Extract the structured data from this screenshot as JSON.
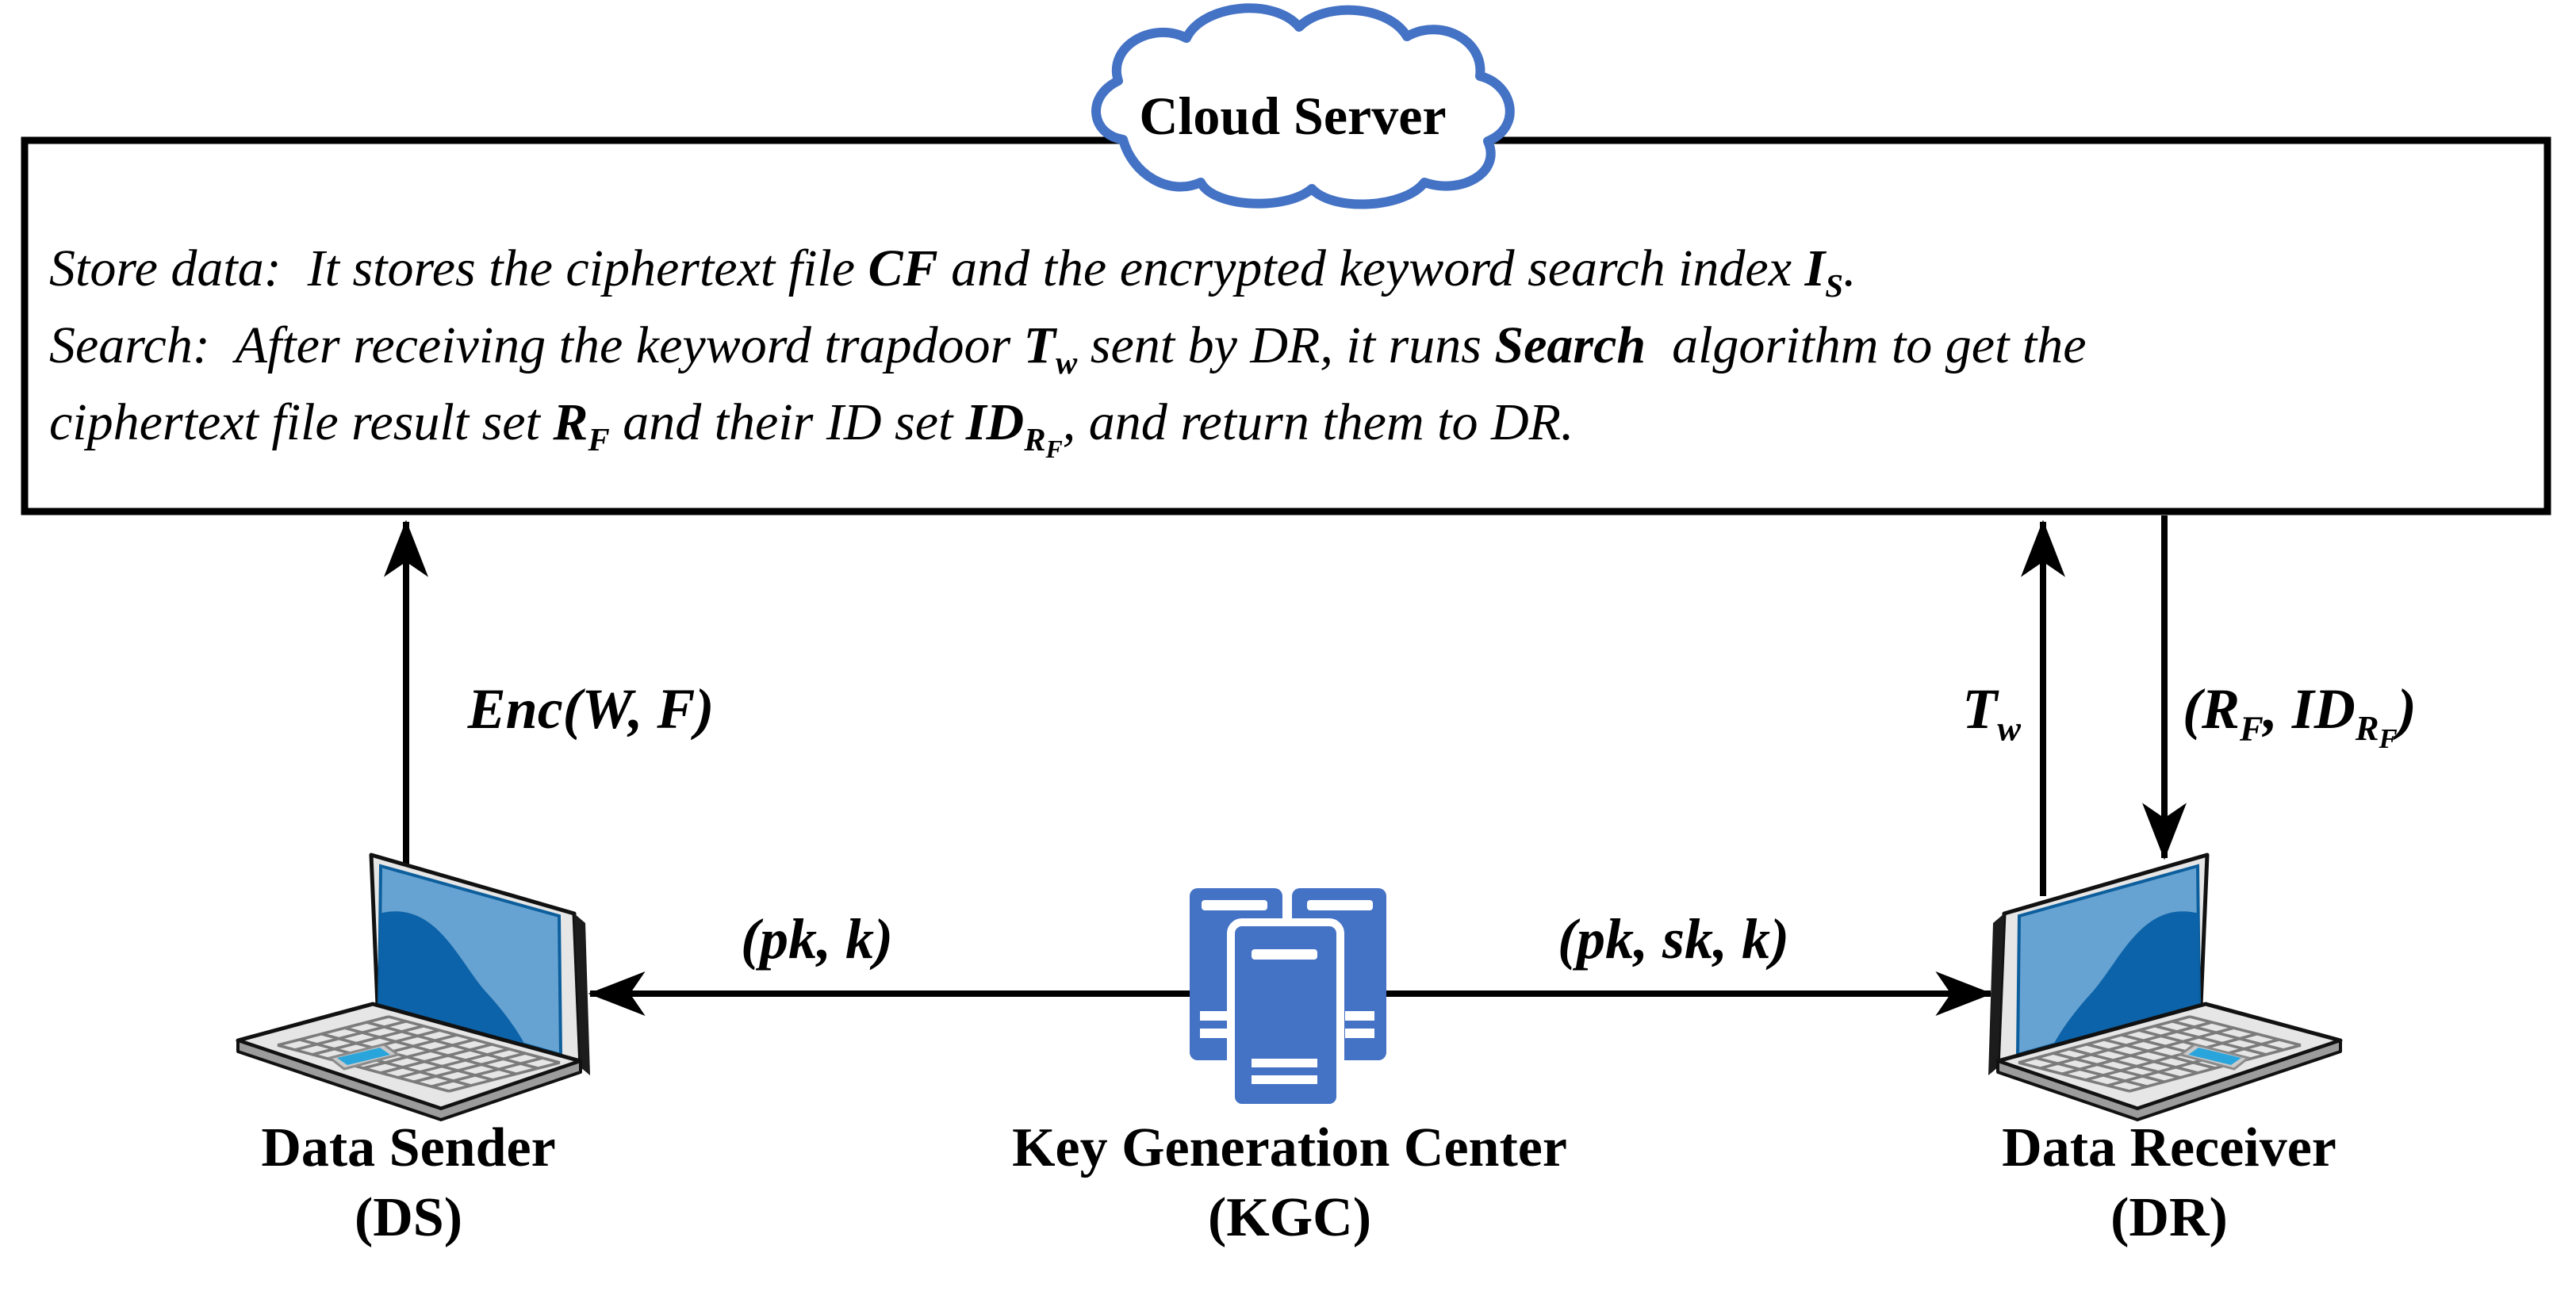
{
  "cloud": {
    "label": "Cloud Server"
  },
  "cloud_box": {
    "line1": {
      "t1": "Store data:  It stores the ciphertext file ",
      "m1": "CF",
      "t2": " and the encrypted keyword search index ",
      "m2": "I",
      "m2_sub": "S",
      "t3": "."
    },
    "line2": {
      "t1": "Search:  After receiving the keyword trapdoor ",
      "m1": "T",
      "m1_sub": "w",
      "t2": " sent by DR, it runs ",
      "m2": "Search",
      "t3": "  algorithm to get the"
    },
    "line3": {
      "t1": "ciphertext file result set ",
      "m1": "R",
      "m1_sub": "F",
      "t2": " and their ID set ",
      "m2": "ID",
      "m2_sub_base": "R",
      "m2_sub_sub": "F",
      "t3": ", and return them to DR."
    }
  },
  "edges": {
    "enc": "Enc(W, F)",
    "pk_k": "(pk, k)",
    "pk_sk_k": "(pk, sk, k)",
    "tw": {
      "base": "T",
      "sub": "w"
    },
    "result": {
      "p1": "(R",
      "p1_sub": "F",
      "p2": ", ID",
      "p2_sub_base": "R",
      "p2_sub_sub": "F",
      "p3": ")"
    }
  },
  "nodes": {
    "ds": {
      "name": "Data Sender",
      "abbr": "(DS)"
    },
    "kgc": {
      "name": "Key Generation Center",
      "abbr": "(KGC)"
    },
    "dr": {
      "name": "Data Receiver",
      "abbr": "(DR)"
    }
  },
  "icons": {
    "cloud": "cloud-outline-icon",
    "ds": "laptop-icon",
    "dr": "laptop-icon-mirrored",
    "kgc": "server-rack-icon"
  },
  "colors": {
    "cloud_outline": "#4472C4",
    "kgc_blue": "#4472C4",
    "laptop_screen_light": "#66A3D2",
    "laptop_screen_dark": "#0D63A9",
    "touchpad": "#2AA5DC",
    "laptop_body": "#E6E6E6",
    "line": "#000000"
  }
}
